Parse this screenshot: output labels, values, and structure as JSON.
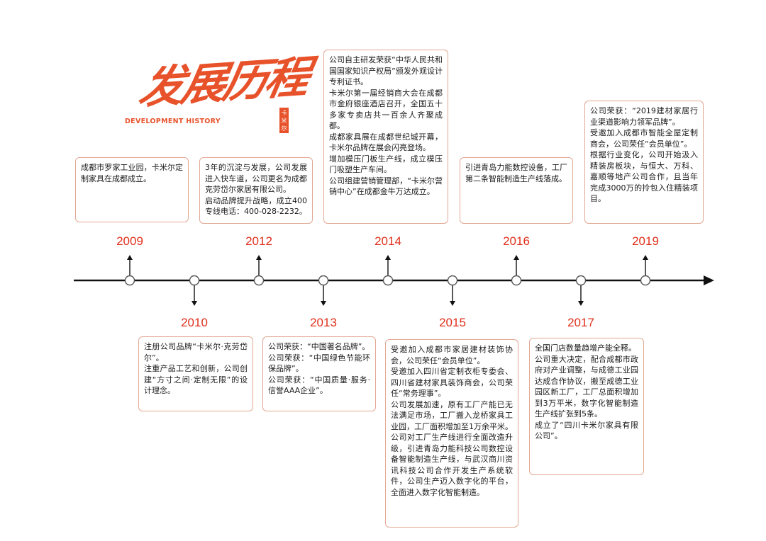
{
  "logo": {
    "title": "发展历程",
    "subtitle": "DEVELOPMENT HISTORY",
    "seal": [
      "卡",
      "米",
      "尔"
    ]
  },
  "colors": {
    "accent": "#e0301c",
    "logo": "#e8522b",
    "box_border": "#e2a892",
    "line": "#111111"
  },
  "events": [
    {
      "year": "2009",
      "side": "top",
      "text": [
        "成都市罗家工业园，卡米尔定制家具在成都成立。"
      ]
    },
    {
      "year": "2010",
      "side": "bottom",
      "text": [
        "注册公司品牌“卡米尔·克劳岱尔”。",
        "注重产品工艺和创新，公司创建“方寸之间·定制无限”的设计理念。"
      ]
    },
    {
      "year": "2012",
      "side": "top",
      "text": [
        "3年的沉淀与发展，公司发展进入快车道，公司更名为成都克劳岱尔家居有限公司。",
        "启动品牌提升战略，成立400专线电话：400-028-2232。"
      ]
    },
    {
      "year": "2013",
      "side": "bottom",
      "text": [
        "公司荣获：“中国著名品牌”。",
        "公司荣获：“中国绿色节能环保品牌”。",
        "公司荣获：“中国质量·服务·信誉AAA企业”。"
      ]
    },
    {
      "year": "2014",
      "side": "top",
      "text": [
        "公司自主研发荣获“中华人民共和国国家知识产权局”颁发外观设计专利证书。",
        "卡米尔第一届经销商大会在成都市金府银座酒店召开，全国五十多家专卖店共一百余人齐聚成都。",
        "成都家具展在成都世纪城开幕，卡米尔品牌在展会闪亮登场。",
        "增加模压门板生产线，成立模压门吸塑生产车间。",
        "公司组建营销管理部，“卡米尔营销中心”在成都金牛万达成立。"
      ]
    },
    {
      "year": "2015",
      "side": "bottom",
      "text": [
        "受邀加入成都市家居建材装饰协会，公司荣任“会员单位”。",
        "受邀加入四川省定制衣柜专委会、四川省建材家具装饰商会，公司荣任“常务理事”。",
        "公司发展加速，原有工厂产能已无法满足市场，工厂搬入龙桥家具工业园，工厂面积增加至1万余平米。",
        "公司对工厂生产线进行全面改造升级，引进青岛力能科技公司数控设备智能制造生产线，与武汉商川资讯科技公司合作开发生产系统软件，公司生产迈入数字化的平台，全面进入数字化智能制造。"
      ]
    },
    {
      "year": "2016",
      "side": "top",
      "text": [
        "引进青岛力能数控设备，工厂第二条智能制造生产线落成。"
      ]
    },
    {
      "year": "2017",
      "side": "bottom",
      "text": [
        "全国门店数量趋增产能全释。",
        "公司重大决定，配合成都市政府对产业调整，与成德工业园达成合作协议，搬至成德工业园区新工厂，工厂总面积增加到3万平米，数字化智能制造生产线扩张到5条。",
        "成立了“四川卡米尔家具有限公司”。"
      ]
    },
    {
      "year": "2019",
      "side": "top",
      "text": [
        "公司荣获：“2019建材家居行业渠道影响力领军品牌”。",
        "受邀加入成都市智能全屋定制商会，公司荣任“会员单位”。",
        "根据行业变化，公司开始汲入精装房板块，与恒大、万科、嘉顺等地产公司合作，且当年完成3000万的拎包入住精装项目。"
      ]
    }
  ]
}
